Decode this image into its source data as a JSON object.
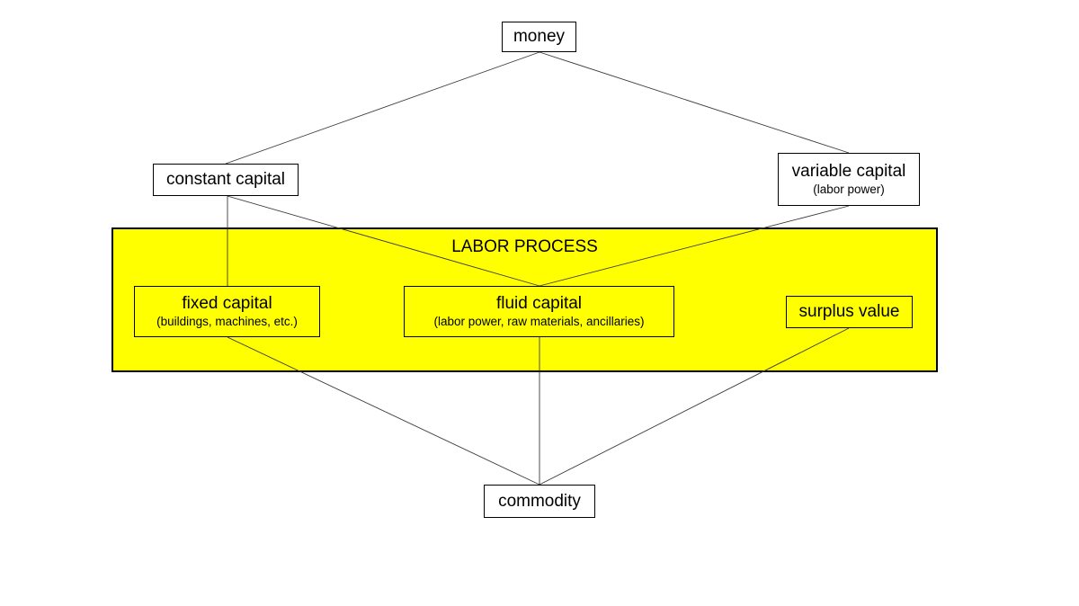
{
  "colors": {
    "labor_process_fill": "#ffff00",
    "box_fill": "#ffffff",
    "border": "#000000",
    "connector": "#3a3a3a"
  },
  "labor_process": {
    "title": "LABOR PROCESS"
  },
  "nodes": {
    "money": {
      "label": "money"
    },
    "constant_capital": {
      "label": "constant capital"
    },
    "variable_capital": {
      "label": "variable capital",
      "sub": "(labor power)"
    },
    "fixed_capital": {
      "label": "fixed capital",
      "sub": "(buildings, machines, etc.)"
    },
    "fluid_capital": {
      "label": "fluid capital",
      "sub": "(labor power, raw materials, ancillaries)"
    },
    "surplus_value": {
      "label": "surplus value"
    },
    "commodity": {
      "label": "commodity"
    }
  },
  "edges": [
    {
      "from": "money",
      "to": "constant_capital"
    },
    {
      "from": "money",
      "to": "variable_capital"
    },
    {
      "from": "constant_capital",
      "to": "fixed_capital"
    },
    {
      "from": "constant_capital",
      "to": "fluid_capital"
    },
    {
      "from": "variable_capital",
      "to": "fluid_capital"
    },
    {
      "from": "fixed_capital",
      "to": "commodity"
    },
    {
      "from": "fluid_capital",
      "to": "commodity"
    },
    {
      "from": "surplus_value",
      "to": "commodity"
    }
  ]
}
